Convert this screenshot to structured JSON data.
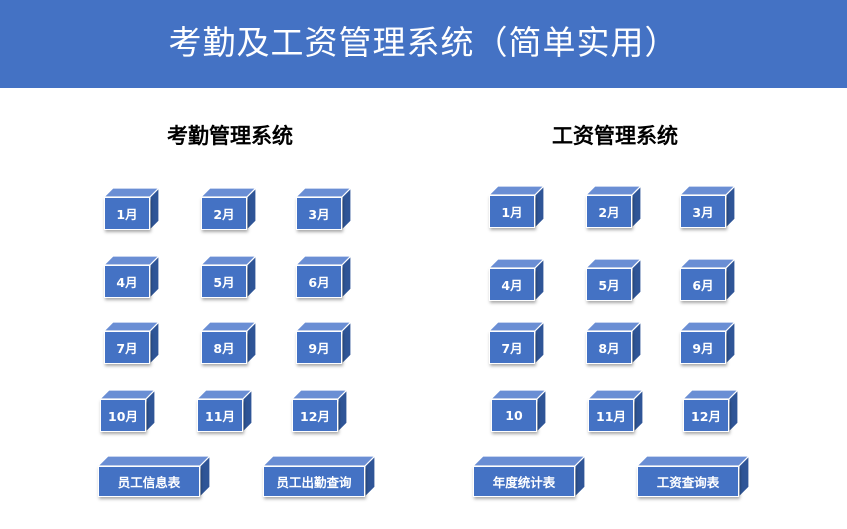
{
  "header": {
    "title": "考勤及工资管理系统（简单实用）",
    "background_color": "#4472C4",
    "text_color": "#FFFFFF"
  },
  "colors": {
    "cube_front": "#4472C4",
    "cube_top": "#6A8ED4",
    "cube_side": "#2F5597",
    "cube_edge": "#FFFFFF"
  },
  "attendance": {
    "title": "考勤管理系统",
    "months": [
      "1月",
      "2月",
      "3月",
      "4月",
      "5月",
      "6月",
      "7月",
      "8月",
      "9月",
      "10月",
      "11月",
      "12月"
    ],
    "buttons": [
      "员工信息表",
      "员工出勤查询"
    ]
  },
  "payroll": {
    "title": "工资管理系统",
    "months": [
      "1月",
      "2月",
      "3月",
      "4月",
      "5月",
      "6月",
      "7月",
      "8月",
      "9月",
      "10",
      "11月",
      "12月"
    ],
    "buttons": [
      "年度统计表",
      "工资查询表"
    ]
  }
}
